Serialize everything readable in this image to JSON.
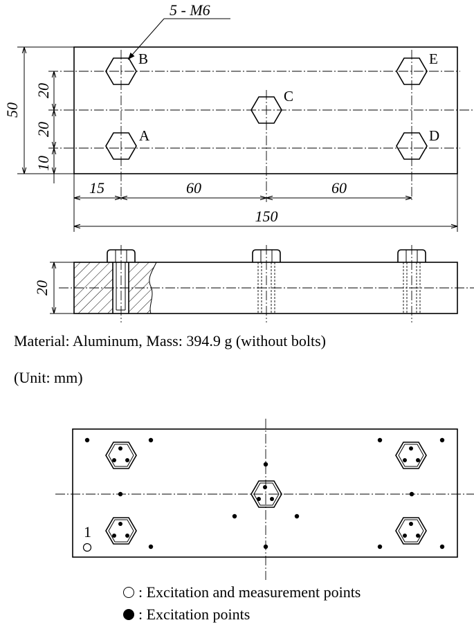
{
  "top_view": {
    "thread_callout": "5 - M6",
    "hole_labels": [
      "A",
      "B",
      "C",
      "D",
      "E"
    ],
    "dim_height_total": "50",
    "dim_height_parts": [
      "20",
      "20",
      "10"
    ],
    "dim_x_offset": "15",
    "dim_x_spacing": [
      "60",
      "60"
    ],
    "dim_length_total": "150"
  },
  "side_view": {
    "dim_thickness": "20"
  },
  "notes": {
    "material": "Material: Aluminum, Mass: 394.9 g (without bolts)",
    "unit": "(Unit: mm)"
  },
  "points_view": {
    "point_number": "1"
  },
  "legend": {
    "open_label": ": Excitation and measurement points",
    "filled_label": ": Excitation points"
  }
}
